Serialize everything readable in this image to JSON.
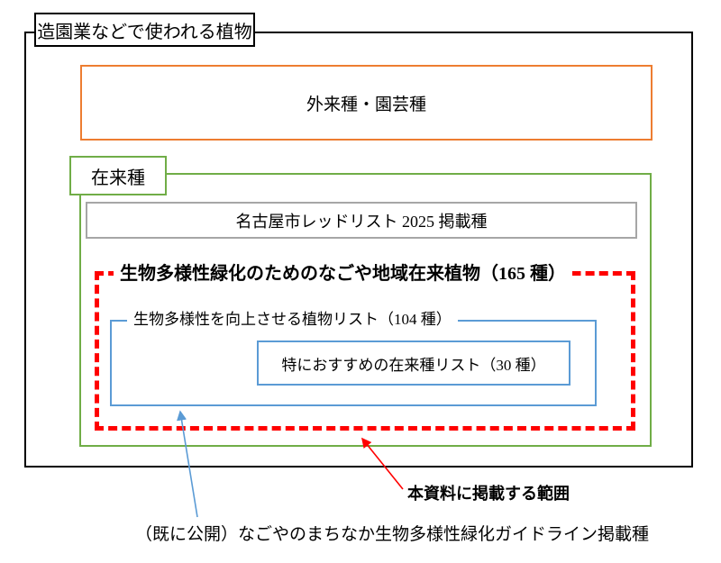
{
  "diagram": {
    "title": "造園業などで使われる植物",
    "exotic": {
      "label": "外来種・園芸種"
    },
    "native": {
      "label": "在来種",
      "redlist": {
        "label": "名古屋市レッドリスト 2025 掲載種"
      },
      "nagoya_native": {
        "title": "生物多様性緑化のためのなごや地域在来植物（165 種）",
        "improve_list": {
          "title": "生物多様性を向上させる植物リスト（104 種）",
          "recommended": {
            "label": "特におすすめの在来種リスト（30 種）"
          }
        }
      }
    },
    "annotations": {
      "scope": "本資料に掲載する範囲",
      "guideline": "（既に公開）なごやのまちなか生物多様性緑化ガイドライン掲載種"
    }
  },
  "colors": {
    "outline": "#000000",
    "exotic_border": "#ED7D31",
    "native_border": "#70AD47",
    "redlist_border": "#A6A6A6",
    "scope_dashed_border": "#FF0000",
    "list_border": "#5B9BD5",
    "red_arrow": "#FF0000",
    "blue_arrow": "#5B9BD5"
  }
}
